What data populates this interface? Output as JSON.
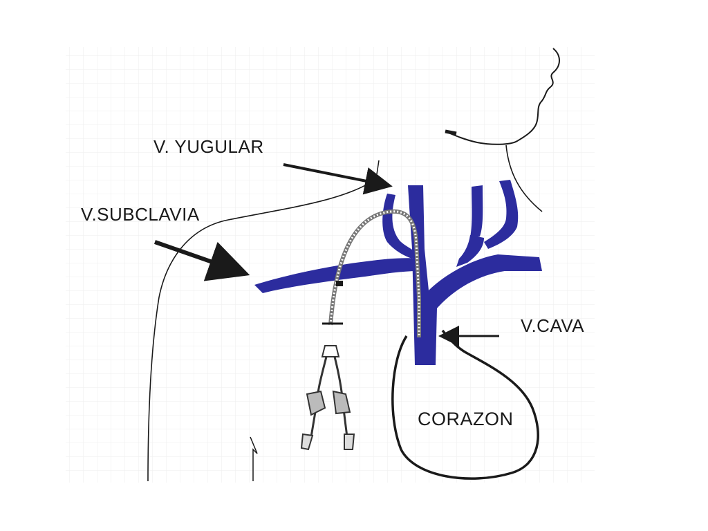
{
  "labels": {
    "yugular": "V. YUGULAR",
    "subclavia": "V.SUBCLAVIA",
    "cava": "V.CAVA",
    "corazon": "CORAZON"
  },
  "colors": {
    "vein": "#2c2c9e",
    "ink": "#1a1a1a",
    "grid": "#e9e9e9"
  }
}
